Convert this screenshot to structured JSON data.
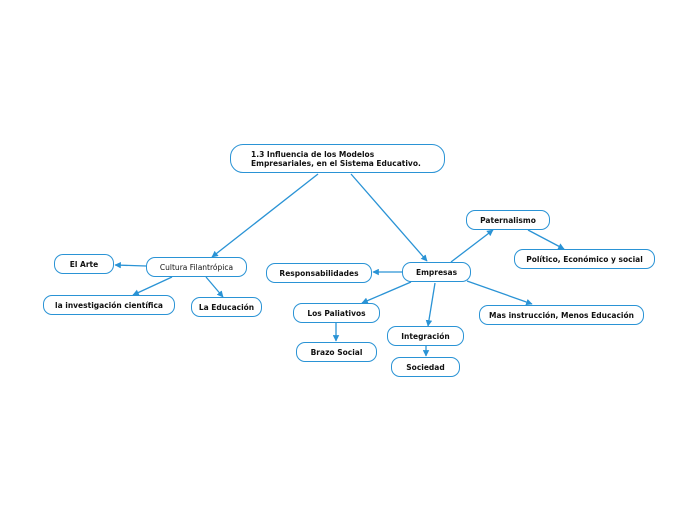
{
  "nodes": {
    "root": "1.3 Influencia de los Modelos\nEmpresariales, en el Sistema Educativo.",
    "cultura": "Cultura Filantrópica",
    "arte": "El Arte",
    "investigacion": "la investigación científica",
    "educacion": "La Educación",
    "empresas": "Empresas",
    "paternalismo": "Paternalismo",
    "politico": "Político, Económico y social",
    "responsabilidades": "Responsabilidades",
    "paliativos": "Los Paliativos",
    "brazo": "Brazo Social",
    "integracion": "Integración",
    "sociedad": "Sociedad",
    "mas_instruccion": "Mas instrucción, Menos Educación"
  },
  "colors": {
    "line": "#2a93d5",
    "border": "#2a93d5"
  }
}
